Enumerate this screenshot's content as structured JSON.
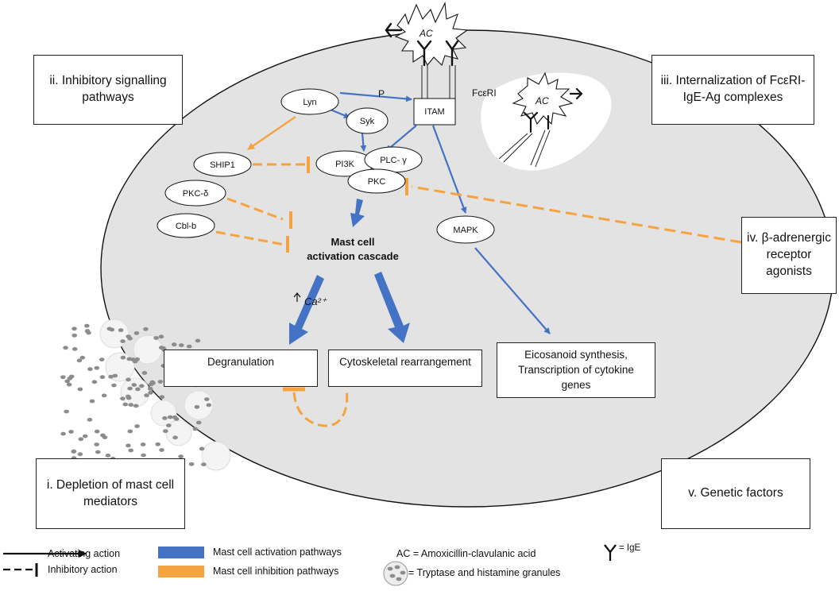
{
  "nodes": {
    "lyn": "Lyn",
    "syk": "Syk",
    "itam": "ITAM",
    "p": "P",
    "fceri": "FcεRI",
    "ship1": "SHIP1",
    "pi3k": "PI3K",
    "plc": "PLC- γ",
    "pkc": "PKC",
    "pkc_delta": "PKC-δ",
    "cblb": "Cbl-b",
    "mapk": "MAPK",
    "ac": "AC",
    "ca": "Ca²⁺"
  },
  "cascade": {
    "line1": "Mast cell",
    "line2": "activation cascade"
  },
  "outputs": {
    "degranulation": "Degranulation",
    "cytoskeletal": "Cytoskeletal rearrangement",
    "eicosanoid_1": "Eicosanoid synthesis,",
    "eicosanoid_2": "Transcription of cytokine",
    "eicosanoid_3": "genes"
  },
  "factors": {
    "i": "i. Depletion of mast cell mediators",
    "ii": "ii. Inhibitory signalling pathways",
    "iii": "iii. Internalization of FcεRI-IgE-Ag complexes",
    "iv": "iv. β-adrenergic receptor agonists",
    "v": "v. Genetic factors"
  },
  "legend": {
    "activating": "Activating action",
    "inhibitory": "Inhibitory action",
    "activation_pathways": "Mast cell activation pathways",
    "inhibition_pathways": "Mast cell inhibition pathways",
    "ac_def": "AC = Amoxicillin-clavulanic acid",
    "granules": "= Tryptase and histamine granules",
    "ige": "= IgE"
  },
  "colors": {
    "activation": "#4472c4",
    "inhibition": "#f4a340",
    "cell": "#e3e3e3",
    "granule": "#8c8c8c"
  }
}
